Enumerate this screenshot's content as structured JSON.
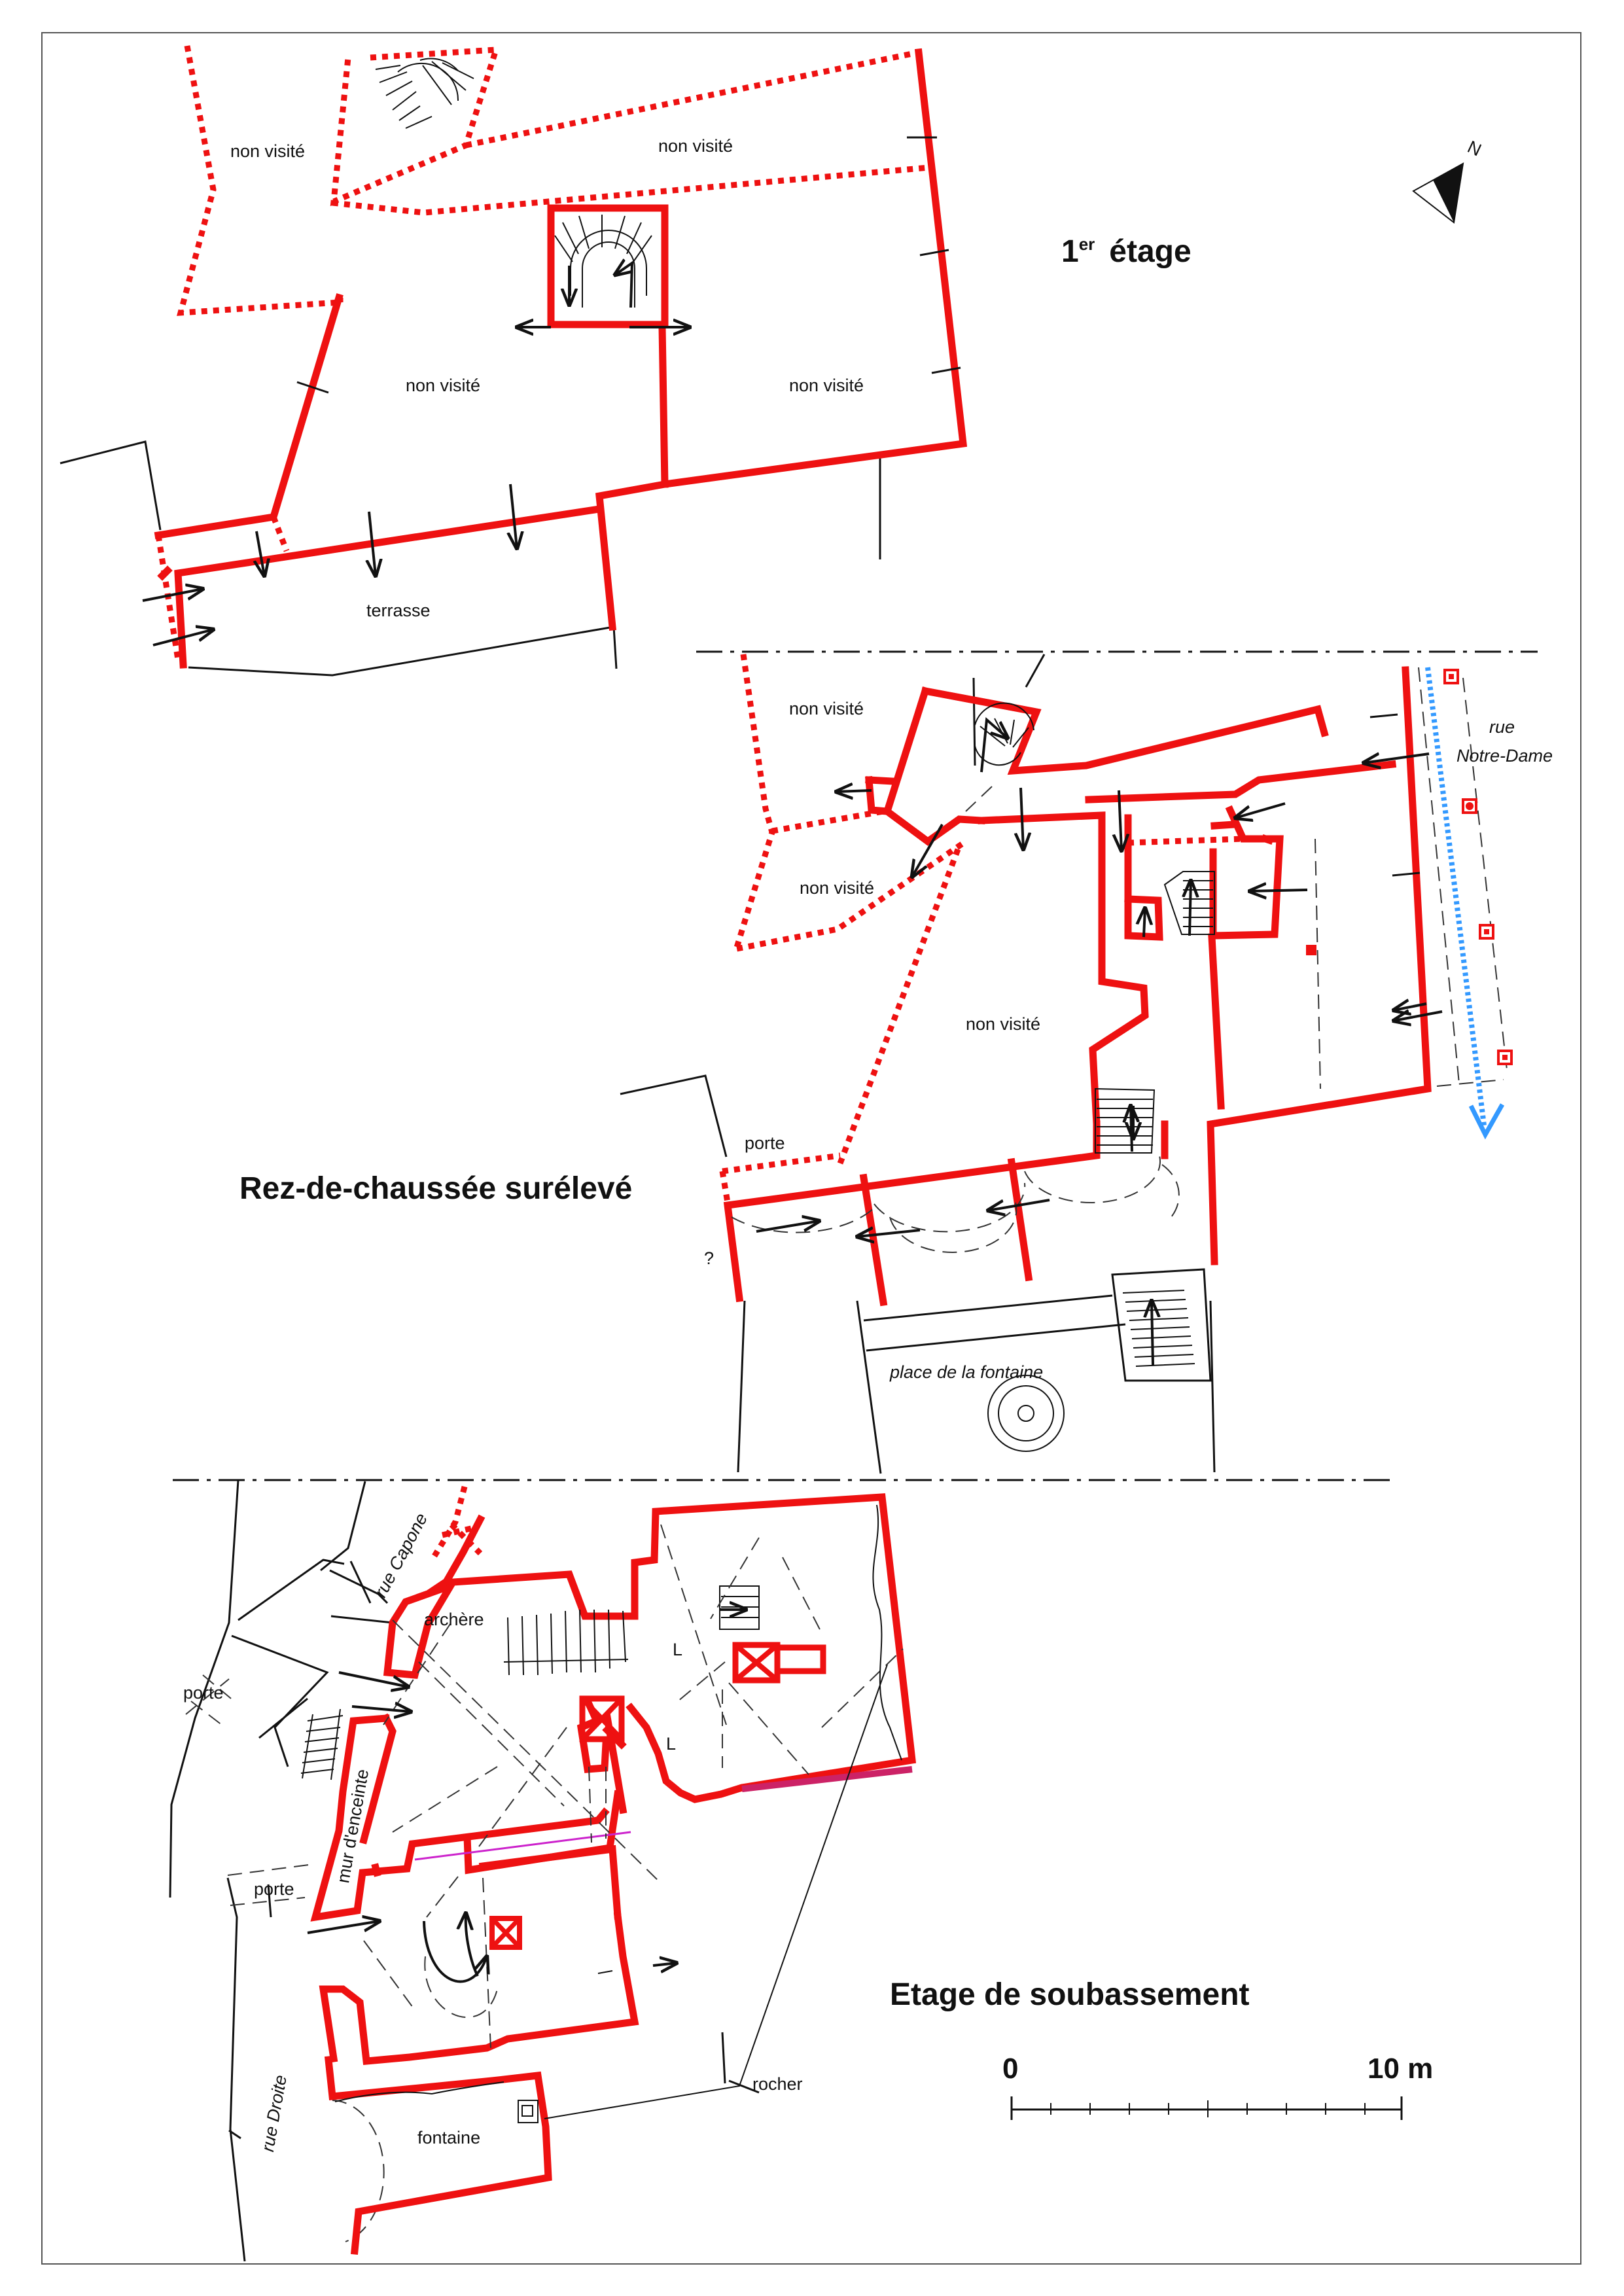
{
  "floors": {
    "first": {
      "title_main": "1",
      "title_sup": "er",
      "title_rest": "étage"
    },
    "ground": {
      "title": "Rez-de-chaussée surélevé"
    },
    "basement": {
      "title": "Etage de soubassement"
    }
  },
  "labels": {
    "nv1": "non visité",
    "nv2": "non visité",
    "nv3": "non visité",
    "nv4": "non visité",
    "nv5": "non visité",
    "nv6": "non visité",
    "nv7": "non visité",
    "terrasse": "terrasse",
    "porte_rdc": "porte",
    "question": "?",
    "rue_notre_dame_1": "rue",
    "rue_notre_dame_2": "Notre-Dame",
    "place_fontaine": "place de la fontaine",
    "rue_capone": "rue Capone",
    "archere": "archère",
    "porte_b1": "porte",
    "porte_b2": "porte",
    "mur_enceinte": "mur d'enceinte",
    "rue_droite": "rue Droite",
    "fontaine": "fontaine",
    "rocher": "rocher"
  },
  "north": {
    "letter": "N"
  },
  "scale": {
    "start": "0",
    "end": "10 m"
  },
  "colors": {
    "wall": "#ee1111",
    "line": "#111111",
    "flow": "#3399ff"
  }
}
